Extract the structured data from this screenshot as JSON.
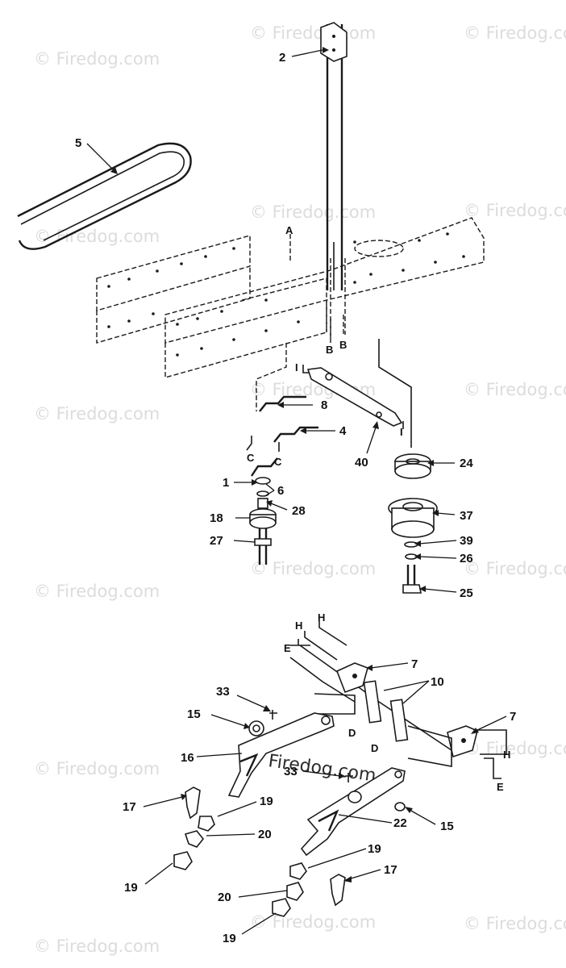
{
  "watermark": {
    "text": "© Firedog.com",
    "center_text": "Firedog.com"
  },
  "parts": {
    "p1": "1",
    "p2": "2",
    "p4": "4",
    "p5": "5",
    "p6": "6",
    "p7a": "7",
    "p7b": "7",
    "p8": "8",
    "p10": "10",
    "p15a": "15",
    "p15b": "15",
    "p16": "16",
    "p17a": "17",
    "p17b": "17",
    "p18": "18",
    "p19a": "19",
    "p19b": "19",
    "p19c": "19",
    "p19d": "19",
    "p20a": "20",
    "p20b": "20",
    "p22": "22",
    "p24": "24",
    "p25": "25",
    "p26": "26",
    "p27": "27",
    "p28": "28",
    "p33a": "33",
    "p33b": "33",
    "p37": "37",
    "p39": "39",
    "p40": "40"
  },
  "ref_letters": {
    "a": "A",
    "b1": "B",
    "b2": "B",
    "c1": "C",
    "c2": "C",
    "d1": "D",
    "d2": "D",
    "e1": "E",
    "e2": "E",
    "h1": "H",
    "h2": "H",
    "h3": "H",
    "i1": "I",
    "i2": "I"
  }
}
